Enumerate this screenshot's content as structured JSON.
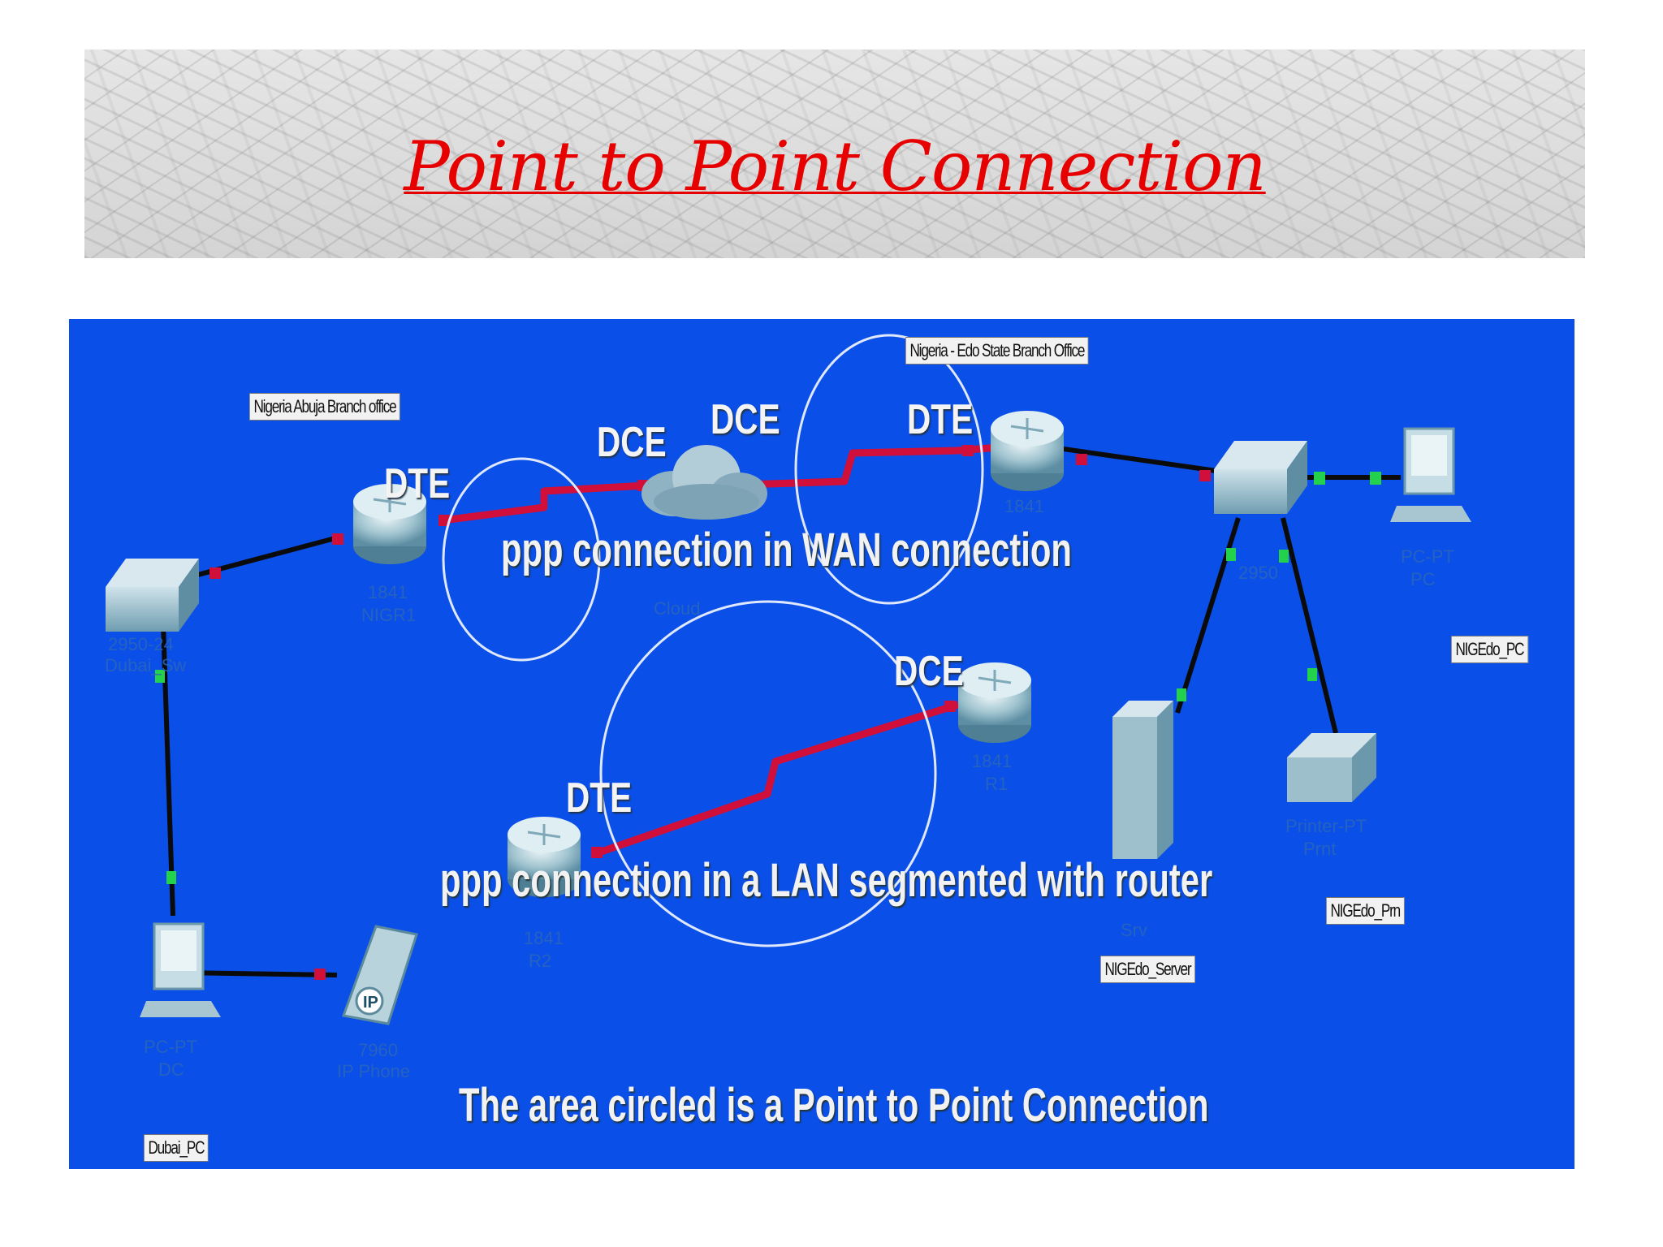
{
  "slide": {
    "title": "Point  to Point Connection"
  },
  "diagram": {
    "office_labels": {
      "abuja": "Nigeria Abuja Branch office",
      "edo": "Nigeria - Edo State Branch Office"
    },
    "device_labels": {
      "edo_pc": "NIGEdo_PC",
      "edo_printer": "NIGEdo_Prn",
      "edo_server": "NIGEdo_Server",
      "dubai_pc": "Dubai_PC"
    },
    "link_end_tags": {
      "dte_abuja": "DTE",
      "dce_cloud_left": "DCE",
      "dce_cloud_right": "DCE",
      "dte_edo": "DTE",
      "dce_lan": "DCE",
      "dte_lan": "DTE"
    },
    "captions": {
      "wan": "ppp connection in WAN connection",
      "lan": "ppp connection in a LAN segmented with router",
      "footer": "The area circled is a Point to Point Connection"
    },
    "blurred_labels": {
      "abuja_router": [
        "1841",
        "NIGR1"
      ],
      "cloud": "Cloud",
      "dubai_switch": [
        "2950-24",
        "Dubai_Sw"
      ],
      "dubai_pc": [
        "PC-PT",
        "DC"
      ],
      "ip_phone": [
        "7960",
        "IP Phone"
      ],
      "lan_router_right": [
        "1841",
        "R1"
      ],
      "lan_router_left": [
        "1841",
        "R2"
      ],
      "edo_router": "1841",
      "edo_switch": "2950",
      "edo_pc": [
        "PC-PT",
        "PC"
      ],
      "edo_server": "Srv",
      "edo_printer": [
        "Printer-PT",
        "Prnt"
      ]
    },
    "colors": {
      "background": "#0a4fe8",
      "serial_link": "#d0103a",
      "ethernet_link": "#0b0b0b",
      "ethernet_port": "#23d14a",
      "circle": "#dfe8ff",
      "title": "#e60000"
    },
    "icons": [
      "router-icon",
      "cloud-icon",
      "switch-icon",
      "pc-icon",
      "server-icon",
      "printer-icon",
      "ip-phone-icon"
    ]
  }
}
